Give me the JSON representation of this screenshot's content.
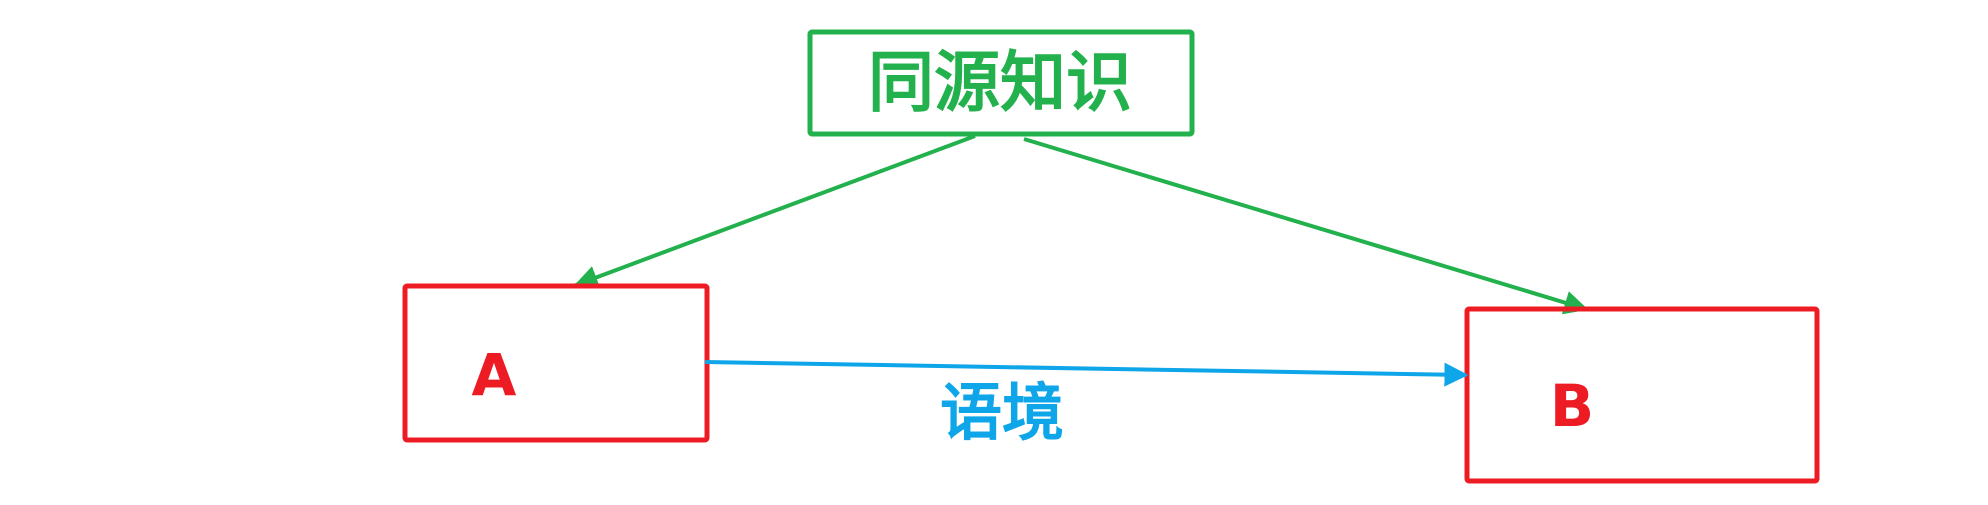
{
  "diagram": {
    "source_node": {
      "label": "同源知识"
    },
    "node_a": {
      "label": "A"
    },
    "node_b": {
      "label": "B"
    },
    "edge_ab": {
      "label": "语境"
    }
  },
  "colors": {
    "source": "#22b14c",
    "node": "#ed1c24",
    "edge_ab": "#0ea5e9",
    "background": "#ffffff"
  }
}
